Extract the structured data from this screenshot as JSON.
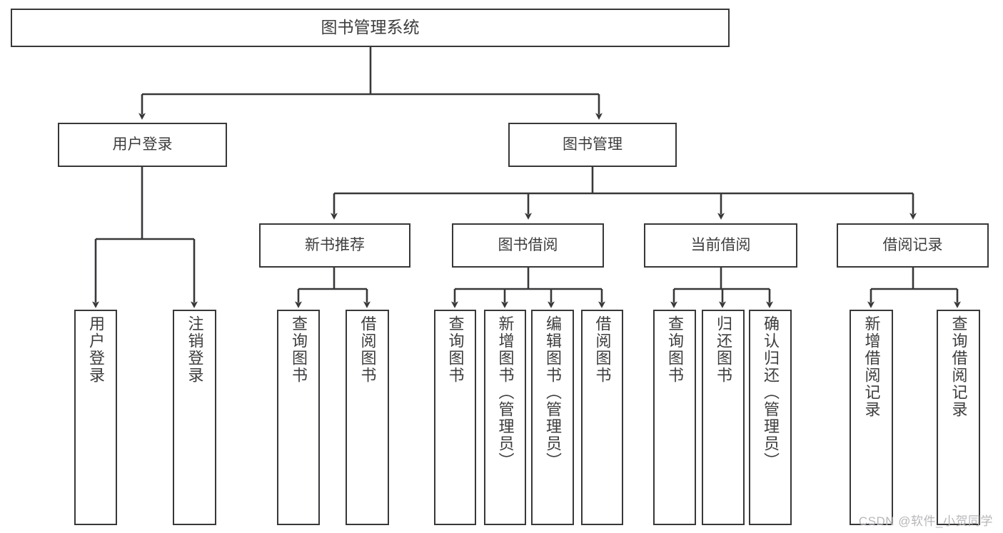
{
  "diagram": {
    "title": "图书管理系统",
    "type": "tree-hierarchy",
    "line_color": "#38383a",
    "text_color": "#3d3d3f",
    "background": "#ffffff"
  },
  "root": {
    "label": "图书管理系统"
  },
  "level2": [
    {
      "label": "用户登录"
    },
    {
      "label": "图书管理"
    }
  ],
  "level3": [
    {
      "label": "新书推荐"
    },
    {
      "label": "图书借阅"
    },
    {
      "label": "当前借阅"
    },
    {
      "label": "借阅记录"
    }
  ],
  "leaves": {
    "user_login": [
      {
        "label": "用户登录"
      },
      {
        "label": "注销登录"
      }
    ],
    "new_book": [
      {
        "label": "查询图书"
      },
      {
        "label": "借阅图书"
      }
    ],
    "book_borrow": [
      {
        "label": "查询图书"
      },
      {
        "label": "新增图书（管理员）"
      },
      {
        "label": "编辑图书（管理员）"
      },
      {
        "label": "借阅图书"
      }
    ],
    "current_borrow": [
      {
        "label": "查询图书"
      },
      {
        "label": "归还图书"
      },
      {
        "label": "确认归还（管理员）"
      }
    ],
    "borrow_record": [
      {
        "label": "新增借阅记录"
      },
      {
        "label": "查询借阅记录"
      }
    ]
  },
  "watermark": {
    "text": "CSDN @软件_小贺同学"
  }
}
